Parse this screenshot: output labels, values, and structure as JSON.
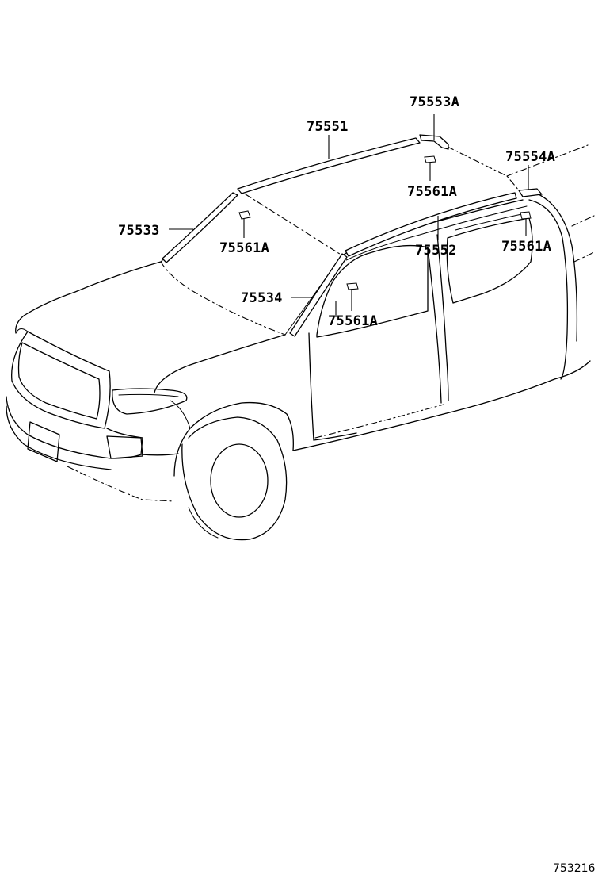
{
  "diagram": {
    "part_labels": {
      "p75553A": "75553A",
      "p75551": "75551",
      "p75554A": "75554A",
      "p75561A_a": "75561A",
      "p75533": "75533",
      "p75561A_b": "75561A",
      "p75552": "75552",
      "p75561A_c": "75561A",
      "p75534": "75534",
      "p75561A_d": "75561A"
    },
    "figure_number": "753216"
  }
}
